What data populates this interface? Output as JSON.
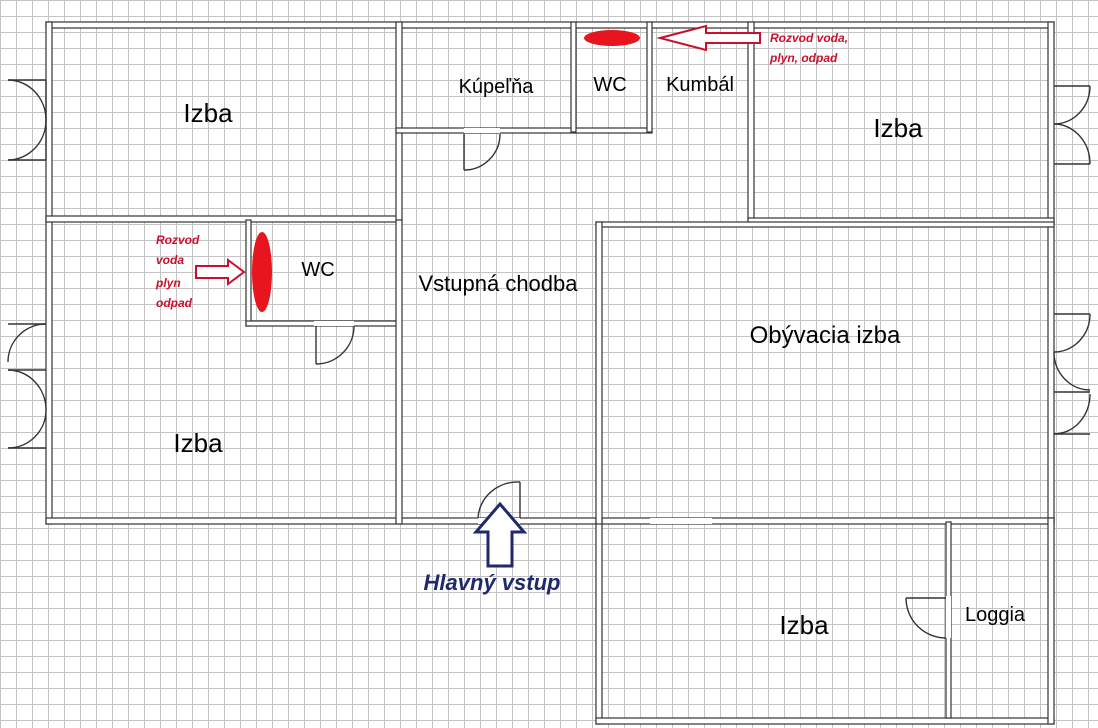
{
  "rooms": {
    "izba_top_left": "Izba",
    "kupelna": "Kúpeľňa",
    "wc_top": "WC",
    "kumbal": "Kumbál",
    "izba_top_right": "Izba",
    "wc_left": "WC",
    "vstupna_chodba": "Vstupná chodba",
    "obyvacia_izba": "Obývacia izba",
    "izba_bottom_left": "Izba",
    "izba_bottom_right": "Izba",
    "loggia": "Loggia"
  },
  "notes": {
    "utilities_top_line1": "Rozvod voda,",
    "utilities_top_line2": "plyn, odpad",
    "utilities_left_line1": "Rozvod",
    "utilities_left_line2": "voda",
    "utilities_left_line3": "plyn",
    "utilities_left_line4": "odpad"
  },
  "entrance": {
    "label": "Hlavný vstup"
  },
  "colors": {
    "riser": "#e8141e",
    "note_text": "#c8102e",
    "entrance": "#1f2a6b",
    "wall": "#333333"
  }
}
